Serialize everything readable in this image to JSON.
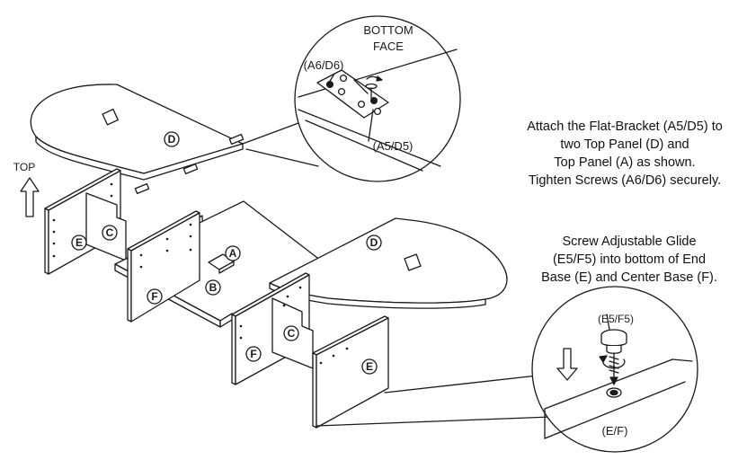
{
  "labels": {
    "top": "TOP",
    "bottom_face_line1": "BOTTOM",
    "bottom_face_line2": "FACE",
    "a6_d6": "(A6/D6)",
    "a5_d5": "(A5/D5)",
    "e5_f5": "(E5/F5)",
    "e_f": "(E/F)"
  },
  "parts": {
    "A": "A",
    "B": "B",
    "C": "C",
    "D": "D",
    "E": "E",
    "F": "F"
  },
  "instructions": {
    "step1": [
      "Attach the Flat-Bracket (A5/D5) to",
      "two Top Panel (D) and",
      "Top Panel (A) as shown.",
      "Tighten Screws (A6/D6) securely."
    ],
    "step2": [
      "Screw Adjustable Glide",
      "(E5/F5) into bottom of End",
      "Base (E) and Center Base (F)."
    ]
  },
  "colors": {
    "line": "#1a1a1a",
    "panel_fill": "#ffffff",
    "background": "#ffffff"
  },
  "icons": [
    "up-arrow-icon",
    "down-arrow-icon",
    "rotate-arrow-icon",
    "screw-icon"
  ]
}
